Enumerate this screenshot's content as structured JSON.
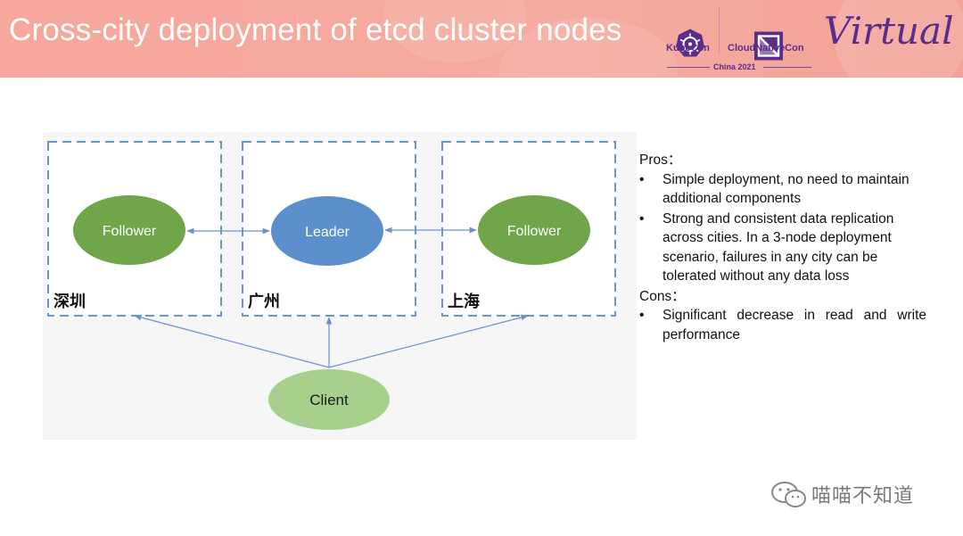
{
  "header": {
    "title": "Cross-city deployment of etcd cluster nodes",
    "brand_left": "KubeCon",
    "brand_right": "CloudNativeCon",
    "event": "China 2021",
    "virtual": "Virtual",
    "colors": {
      "banner": "#f6a99f",
      "brand": "#5a2d8c"
    }
  },
  "diagram": {
    "zones": [
      {
        "label": "深圳",
        "node": "Follower",
        "node_color": "#70a54a"
      },
      {
        "label": "广州",
        "node": "Leader",
        "node_color": "#5b8fcc"
      },
      {
        "label": "上海",
        "node": "Follower",
        "node_color": "#70a54a"
      }
    ],
    "client": {
      "label": "Client",
      "color": "#a8d08d"
    }
  },
  "pros_cons": {
    "pros_heading": "Pros：",
    "pros": [
      "Simple deployment, no need to maintain additional components",
      "Strong and consistent data replication across cities. In a 3-node deployment scenario, failures in any city can be tolerated without any data loss"
    ],
    "cons_heading": "Cons：",
    "cons": [
      "Significant decrease in read and write performance"
    ]
  },
  "watermark": {
    "text": "喵喵不知道",
    "icon": "wechat-icon"
  }
}
